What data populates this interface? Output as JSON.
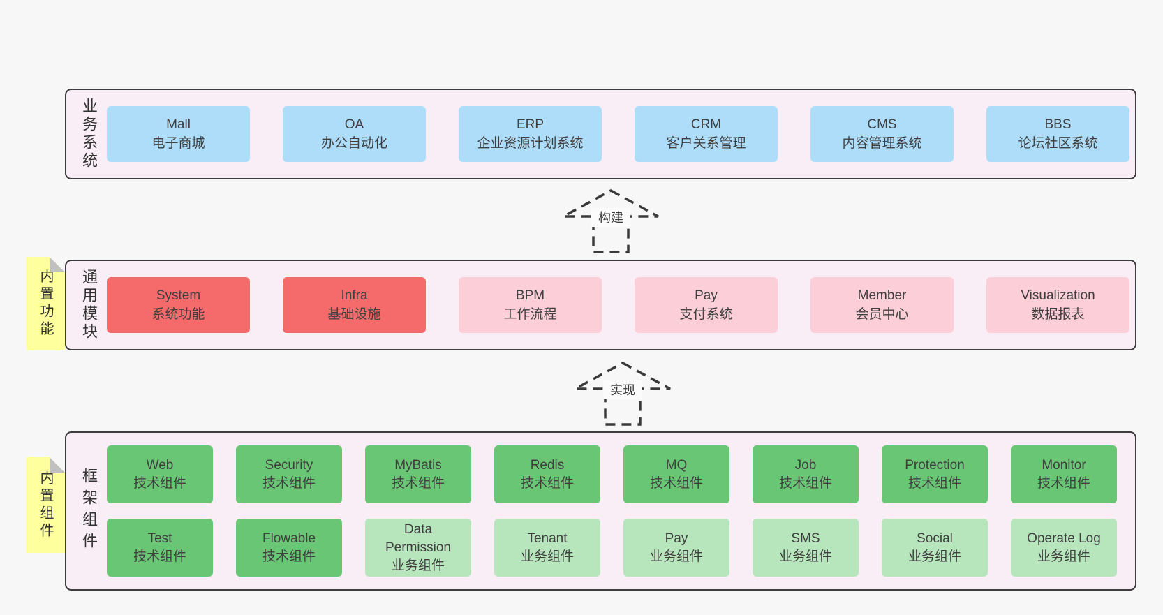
{
  "colors": {
    "page": "#f7f7f7",
    "container": "#f9edf6",
    "border": "#3d3d3d",
    "blue": "#aeddfa",
    "red": "#f56b6b",
    "pink": "#fcced8",
    "green": "#69c674",
    "lightgreen": "#b7e6bd",
    "sticky": "#feff9d",
    "fold": "#c0c0c0",
    "text": "#3f3f3f",
    "arrow": "#3a3a3a"
  },
  "layers": {
    "business": {
      "label": "业务系统",
      "boxes": [
        {
          "name": "Mall",
          "desc": "电子商城",
          "color": "blue"
        },
        {
          "name": "OA",
          "desc": "办公自动化",
          "color": "blue"
        },
        {
          "name": "ERP",
          "desc": "企业资源计划系统",
          "color": "blue"
        },
        {
          "name": "CRM",
          "desc": "客户关系管理",
          "color": "blue"
        },
        {
          "name": "CMS",
          "desc": "内容管理系统",
          "color": "blue"
        },
        {
          "name": "BBS",
          "desc": "论坛社区系统",
          "color": "blue"
        }
      ]
    },
    "modules": {
      "sticky": "内置功能",
      "label": "通用模块",
      "boxes": [
        {
          "name": "System",
          "desc": "系统功能",
          "color": "red"
        },
        {
          "name": "Infra",
          "desc": "基础设施",
          "color": "red"
        },
        {
          "name": "BPM",
          "desc": "工作流程",
          "color": "pink"
        },
        {
          "name": "Pay",
          "desc": "支付系统",
          "color": "pink"
        },
        {
          "name": "Member",
          "desc": "会员中心",
          "color": "pink"
        },
        {
          "name": "Visualization",
          "desc": "数据报表",
          "color": "pink"
        }
      ]
    },
    "components": {
      "sticky": "内置组件",
      "label": "框架组件",
      "rows": [
        [
          {
            "name": "Web",
            "desc": "技术组件",
            "color": "green"
          },
          {
            "name": "Security",
            "desc": "技术组件",
            "color": "green"
          },
          {
            "name": "MyBatis",
            "desc": "技术组件",
            "color": "green"
          },
          {
            "name": "Redis",
            "desc": "技术组件",
            "color": "green"
          },
          {
            "name": "MQ",
            "desc": "技术组件",
            "color": "green"
          },
          {
            "name": "Job",
            "desc": "技术组件",
            "color": "green"
          },
          {
            "name": "Protection",
            "desc": "技术组件",
            "color": "green"
          },
          {
            "name": "Monitor",
            "desc": "技术组件",
            "color": "green"
          }
        ],
        [
          {
            "name": "Test",
            "desc": "技术组件",
            "color": "green"
          },
          {
            "name": "Flowable",
            "desc": "技术组件",
            "color": "green"
          },
          {
            "name": "Data Permission",
            "desc": "业务组件",
            "color": "lightgreen"
          },
          {
            "name": "Tenant",
            "desc": "业务组件",
            "color": "lightgreen"
          },
          {
            "name": "Pay",
            "desc": "业务组件",
            "color": "lightgreen"
          },
          {
            "name": "SMS",
            "desc": "业务组件",
            "color": "lightgreen"
          },
          {
            "name": "Social",
            "desc": "业务组件",
            "color": "lightgreen"
          },
          {
            "name": "Operate Log",
            "desc": "业务组件",
            "color": "lightgreen"
          }
        ]
      ]
    }
  },
  "arrows": {
    "build": {
      "label": "构建"
    },
    "implement": {
      "label": "实现"
    }
  }
}
